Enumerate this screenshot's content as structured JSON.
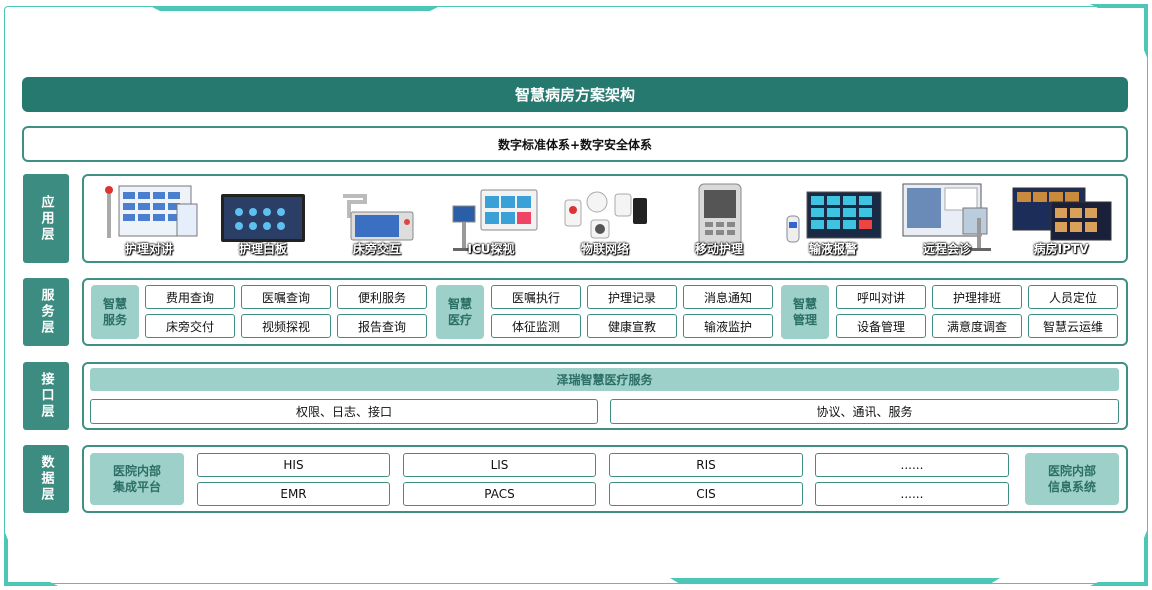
{
  "title": "智慧病房方案架构",
  "standards": "数字标准体系+数字安全体系",
  "colors": {
    "primary": "#26796f",
    "border": "#3f8f84",
    "tag": "#9dd0c8",
    "tag_text": "#2b6f66",
    "frame": "#4cc6b6"
  },
  "layers": {
    "app": {
      "label": "应用层",
      "items": [
        {
          "label": "护理对讲",
          "icon": "nurse-call-screen-icon"
        },
        {
          "label": "护理白板",
          "icon": "nursing-whiteboard-icon"
        },
        {
          "label": "床旁交互",
          "icon": "bedside-terminal-icon"
        },
        {
          "label": "ICU探视",
          "icon": "icu-visit-cart-icon"
        },
        {
          "label": "物联网络",
          "icon": "iot-devices-icon"
        },
        {
          "label": "移动护理",
          "icon": "mobile-pda-icon"
        },
        {
          "label": "输液报警",
          "icon": "infusion-alarm-icon"
        },
        {
          "label": "远程会诊",
          "icon": "remote-consultation-icon"
        },
        {
          "label": "病房IPTV",
          "icon": "ward-iptv-icon"
        }
      ]
    },
    "service": {
      "label": "服务层",
      "groups": [
        {
          "tag": [
            "智慧",
            "服务"
          ],
          "items": [
            "费用查询",
            "医嘱查询",
            "便利服务",
            "床旁交付",
            "视频探视",
            "报告查询"
          ]
        },
        {
          "tag": [
            "智慧",
            "医疗"
          ],
          "items": [
            "医嘱执行",
            "护理记录",
            "消息通知",
            "体征监测",
            "健康宣教",
            "输液监护"
          ]
        },
        {
          "tag": [
            "智慧",
            "管理"
          ],
          "items": [
            "呼叫对讲",
            "护理排班",
            "人员定位",
            "设备管理",
            "满意度调查",
            "智慧云运维"
          ]
        }
      ]
    },
    "interface": {
      "label": "接口层",
      "service_bar": "泽瑞智慧医疗服务",
      "left": "权限、日志、接口",
      "right": "协议、通讯、服务"
    },
    "data": {
      "label": "数据层",
      "left_tag": [
        "医院内部",
        "集成平台"
      ],
      "right_tag": [
        "医院内部",
        "信息系统"
      ],
      "items": [
        "HIS",
        "LIS",
        "RIS",
        "......",
        "EMR",
        "PACS",
        "CIS",
        "......"
      ]
    }
  }
}
